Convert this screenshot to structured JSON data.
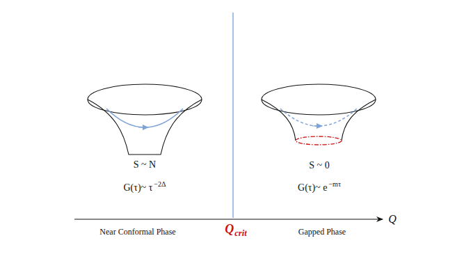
{
  "diagram": {
    "labels": [
      "S ~ N",
      "G(τ)~ τ",
      "−2Δ",
      "S ~ 0",
      "G(τ)~ e",
      "−mτ",
      "Q",
      "crit",
      "Near Conformal Phase",
      "Gapped Phase",
      "Q"
    ]
  }
}
